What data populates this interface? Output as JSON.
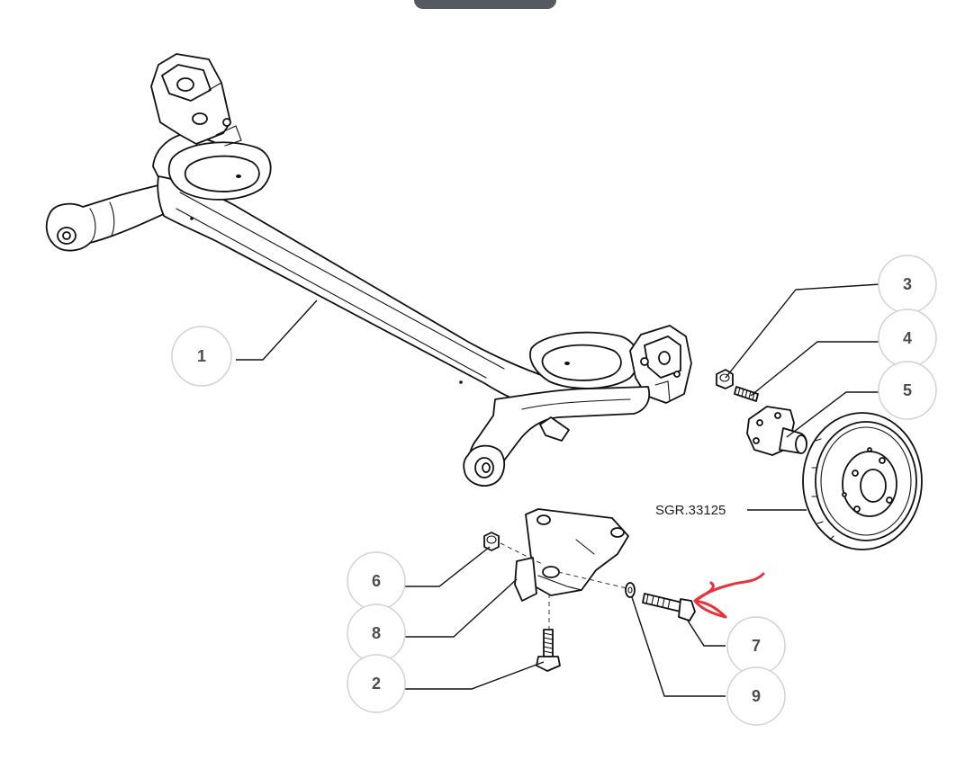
{
  "callouts": {
    "c1": "1",
    "c2": "2",
    "c3": "3",
    "c4": "4",
    "c5": "5",
    "c6": "6",
    "c7": "7",
    "c8": "8",
    "c9": "9"
  },
  "reference_label": "SGR.33125",
  "colors": {
    "annotation_arrow": "#e8333c",
    "callout_text": "#4d4d4d",
    "callout_border": "#d2d2d2",
    "line_art": "#111111",
    "top_tab": "#555a61"
  },
  "icons": {
    "annotation": "hand-drawn-arrow-icon"
  }
}
